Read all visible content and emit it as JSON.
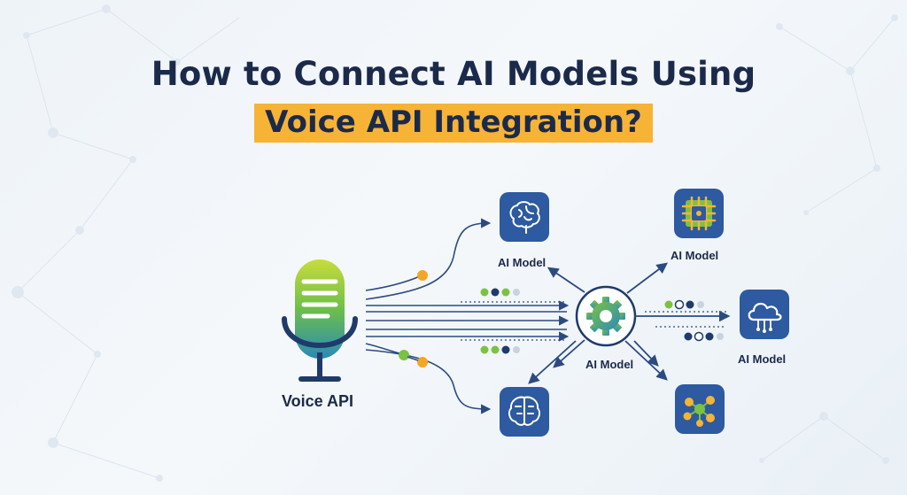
{
  "title": {
    "line1": "How to Connect AI Models Using",
    "line2": "Voice API Integration?"
  },
  "nodes": {
    "voice_api": {
      "label": "Voice API",
      "icon": "microphone-icon"
    },
    "hub": {
      "label": "AI Model",
      "icon": "gear-icon"
    },
    "top_left": {
      "label": "AI Model",
      "icon": "brain-icon"
    },
    "top_right": {
      "label": "AI Model",
      "icon": "circuit-icon"
    },
    "right": {
      "label": "AI Model",
      "icon": "cloud-icon"
    },
    "bottom_left": {
      "label": "",
      "icon": "brain-icon"
    },
    "bottom_right": {
      "label": "",
      "icon": "network-icon"
    }
  },
  "colors": {
    "navy": "#1b2a4a",
    "tile": "#2d5aa0",
    "accent_yellow": "#f7b336",
    "accent_green": "#7cc242",
    "arrow": "#2b4b80"
  }
}
